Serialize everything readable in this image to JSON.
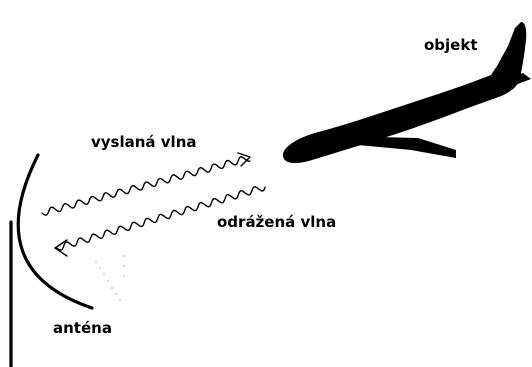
{
  "labels": {
    "object": "objekt",
    "emitted_wave": "vyslaná vlna",
    "reflected_wave": "odrážená vlna",
    "antenna": "anténa"
  },
  "colors": {
    "ink": "#000000",
    "background": "#ffffff"
  },
  "icons": {
    "object": "airplane-silhouette",
    "antenna": "parabolic-dish-antenna"
  }
}
